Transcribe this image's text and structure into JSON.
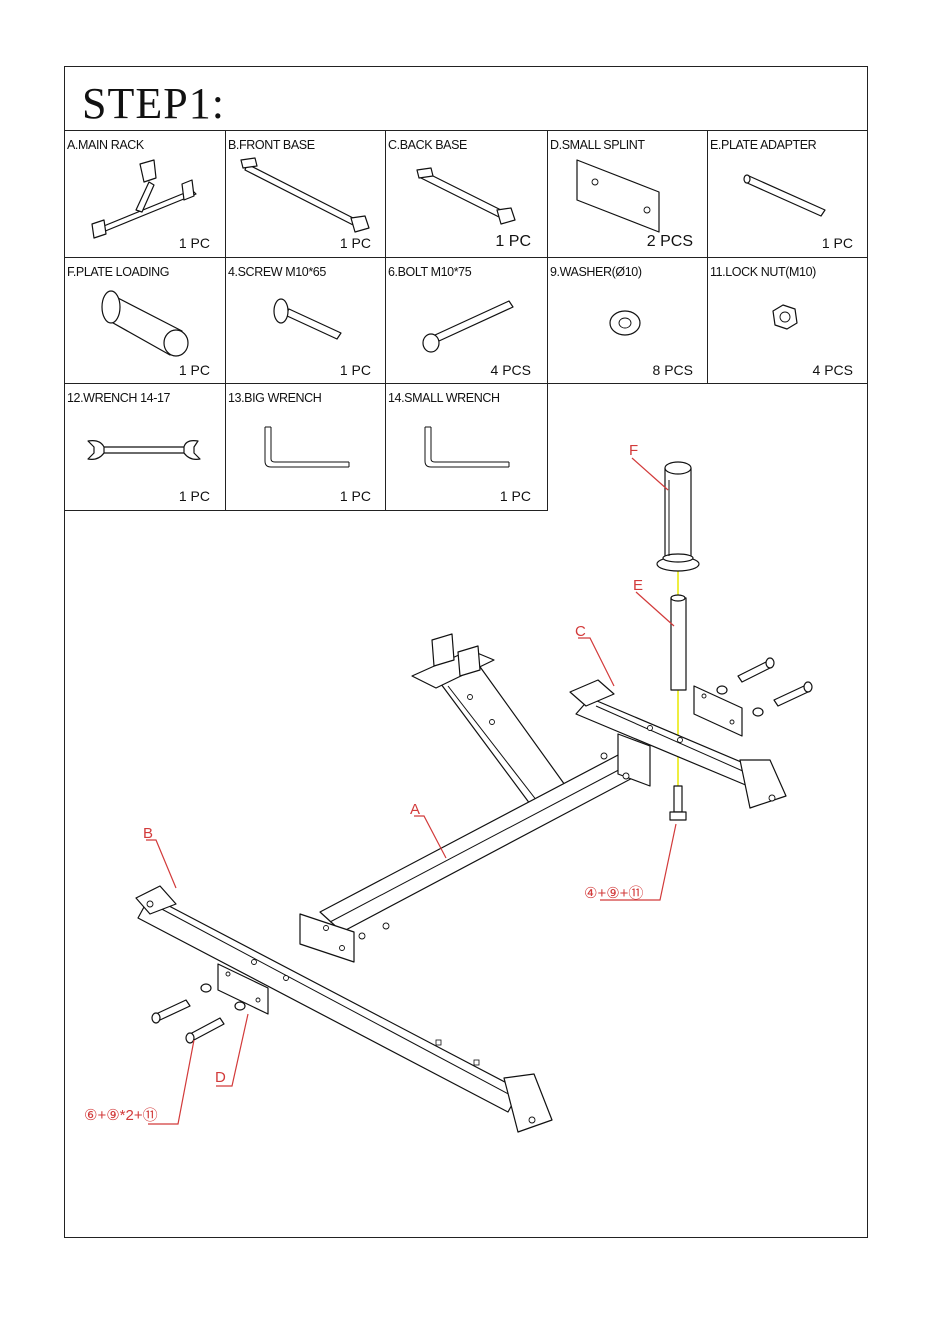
{
  "title": "STEP1:",
  "parts": [
    {
      "label": "A.MAIN RACK",
      "qty": "1 PC"
    },
    {
      "label": "B.FRONT BASE",
      "qty": "1 PC"
    },
    {
      "label": "C.BACK BASE",
      "qty": "1 PC"
    },
    {
      "label": "D.SMALL SPLINT",
      "qty": "2 PCS"
    },
    {
      "label": "E.PLATE ADAPTER",
      "qty": "1 PC"
    },
    {
      "label": "F.PLATE LOADING",
      "qty": "1 PC"
    },
    {
      "label": "4.SCREW M10*65",
      "qty": "1 PC"
    },
    {
      "label": "6.BOLT M10*75",
      "qty": "4 PCS"
    },
    {
      "label": "9.WASHER(Ø10)",
      "qty": "8 PCS"
    },
    {
      "label": "11.LOCK NUT(M10)",
      "qty": "4 PCS"
    },
    {
      "label": "12.WRENCH 14-17",
      "qty": "1 PC"
    },
    {
      "label": "13.BIG WRENCH",
      "qty": "1 PC"
    },
    {
      "label": "14.SMALL WRENCH",
      "qty": "1 PC"
    }
  ],
  "callouts": {
    "f": "F",
    "e": "E",
    "c": "C",
    "a": "A",
    "b": "B",
    "d": "D",
    "hardware_back": "④+⑨+⑪",
    "hardware_front": "⑥+⑨*2+⑪"
  },
  "colors": {
    "line": "#111111",
    "callout": "#d23a3a",
    "guide": "#e8e800"
  }
}
